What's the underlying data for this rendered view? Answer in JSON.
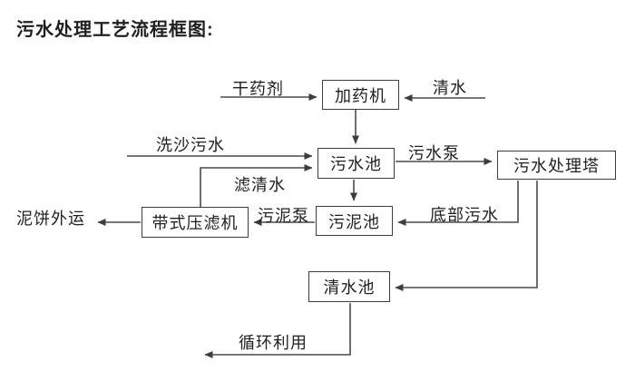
{
  "title": "污水处理工艺流程框图:",
  "nodes": {
    "dosing_machine": "加药机",
    "sewage_pool": "污水池",
    "treatment_tower": "污水处理塔",
    "sludge_pool": "污泥池",
    "belt_filter_press": "带式压滤机",
    "clean_water_pool": "清水池"
  },
  "flow_labels": {
    "dry_chemical": "干药剂",
    "clean_water": "清水",
    "sand_wash_sewage": "洗沙污水",
    "sewage_pump": "污水泵",
    "filtered_water": "滤清水",
    "sludge_pump": "污泥泵",
    "bottom_sewage": "底部污水",
    "mud_cake_out": "泥饼外运",
    "recycle_use": "循环利用"
  },
  "colors": {
    "line": "#4a4a4a",
    "text": "#1f1f1f",
    "background": "#ffffff"
  }
}
